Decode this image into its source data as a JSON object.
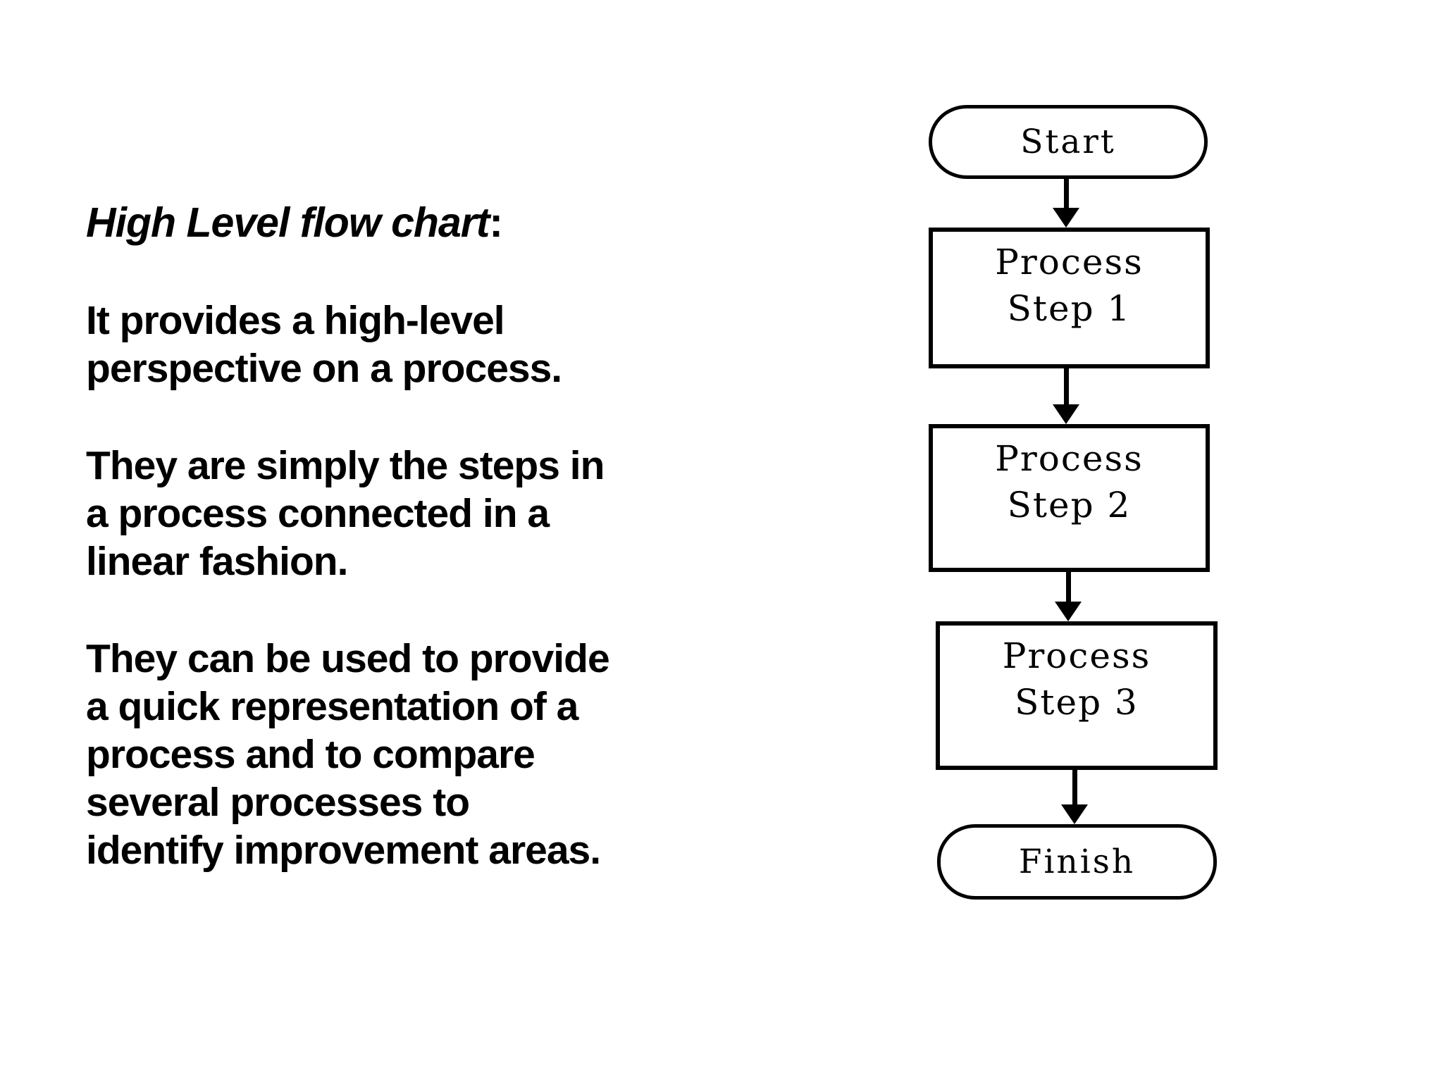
{
  "slide": {
    "background_color": "#ffffff",
    "ink_color": "#000000"
  },
  "text_panel": {
    "heading": "High Level flow chart",
    "heading_suffix": ":",
    "paragraphs": [
      {
        "lines": [
          "It provides a high-level",
          "perspective on a process."
        ]
      },
      {
        "lines": [
          "They are simply the steps in",
          "a process connected in a",
          "linear fashion."
        ]
      },
      {
        "lines": [
          "They can be used to provide",
          "a quick representation of a",
          "process and to compare",
          "several processes to",
          "identify improvement areas."
        ]
      }
    ]
  },
  "flowchart": {
    "nodes": [
      {
        "shape": "terminator",
        "label": "Start",
        "lines": [
          "Start"
        ]
      },
      {
        "shape": "process",
        "label": "Process Step 1",
        "lines": [
          "Process",
          "Step 1"
        ]
      },
      {
        "shape": "process",
        "label": "Process Step 2",
        "lines": [
          "Process",
          "Step 2"
        ]
      },
      {
        "shape": "process",
        "label": "Process Step 3",
        "lines": [
          "Process",
          "Step 3"
        ]
      },
      {
        "shape": "terminator",
        "label": "Finish",
        "lines": [
          "Finish"
        ]
      }
    ],
    "edges": [
      [
        "Start",
        "Process Step 1"
      ],
      [
        "Process Step 1",
        "Process Step 2"
      ],
      [
        "Process Step 2",
        "Process Step 3"
      ],
      [
        "Process Step 3",
        "Finish"
      ]
    ],
    "connector_style": "arrow-down",
    "stroke_color": "#000000"
  }
}
